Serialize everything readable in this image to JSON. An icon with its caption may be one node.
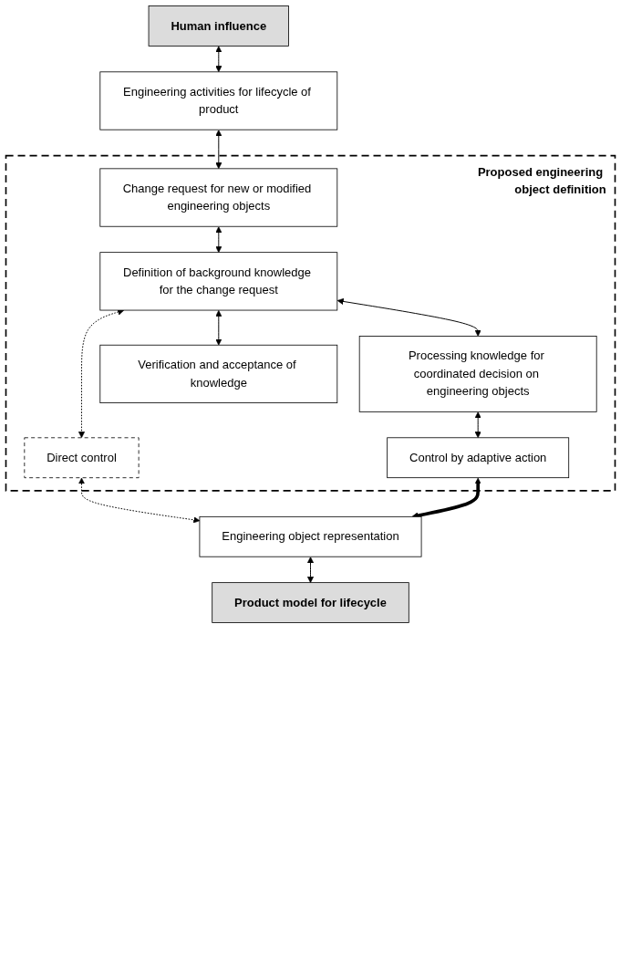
{
  "diagram": {
    "nodes": [
      {
        "text": [
          "Human influence"
        ]
      },
      {
        "text": [
          "Engineering activities for lifecycle of product"
        ]
      },
      {
        "text": [
          "Proposed engineering object definition"
        ]
      },
      {
        "text": [
          "Change request for new or modified engineering objects"
        ],
        "in": 2
      },
      {
        "text": [
          "Definition of background knowledge for the change request"
        ],
        "in": 2
      },
      {
        "text": [
          "Processing knowledge for coordinated decision on engineering objects"
        ],
        "in": 2
      },
      {
        "text": [
          "Verification and acceptance of knowledge"
        ],
        "in": 2
      },
      {
        "text": [
          "Direct control"
        ],
        "in": 2
      },
      {
        "text": [
          "Control by adaptive action"
        ],
        "in": 2
      },
      {
        "text": [
          "Engineering object representation"
        ]
      },
      {
        "text": [
          "Product model for lifecycle"
        ]
      }
    ],
    "edges": [
      {
        "from": 0,
        "to": 1,
        "arrow": "both"
      },
      {
        "from": 1,
        "to": 3,
        "arrow": "both"
      },
      {
        "from": 3,
        "to": 4,
        "arrow": "both"
      },
      {
        "from": 4,
        "to": 5,
        "arrow": "both"
      },
      {
        "from": 4,
        "to": 6,
        "arrow": "both"
      },
      {
        "from": 4,
        "to": 7,
        "arrow": "both",
        "style": "dashed"
      },
      {
        "from": 5,
        "to": 8,
        "arrow": "both"
      },
      {
        "from": 7,
        "to": 9,
        "arrow": "both",
        "style": "dashed"
      },
      {
        "from": 8,
        "to": 9,
        "arrow": "both",
        "style": "thick"
      },
      {
        "from": 9,
        "to": 10,
        "arrow": "both"
      }
    ]
  }
}
